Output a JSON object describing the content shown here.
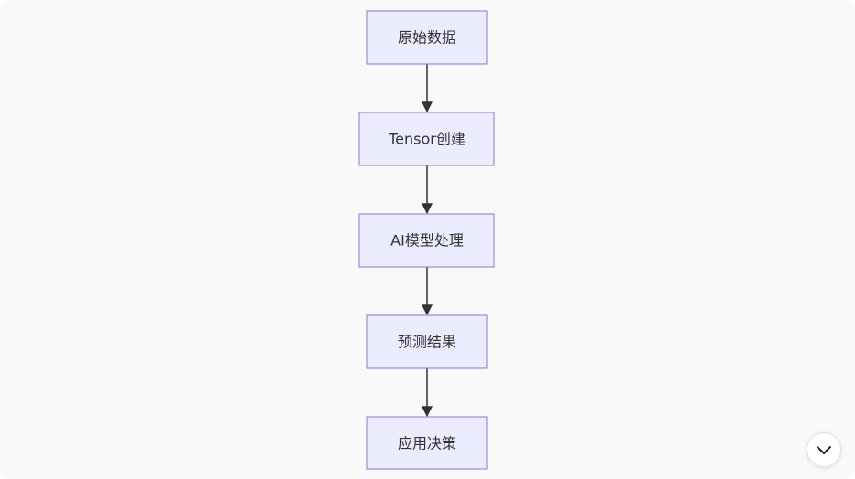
{
  "diagram": {
    "type": "flowchart",
    "direction": "top-down",
    "nodes": [
      {
        "id": "raw_data",
        "label": "原始数据"
      },
      {
        "id": "tensor_create",
        "label": "Tensor创建"
      },
      {
        "id": "ai_model",
        "label": "AI模型处理"
      },
      {
        "id": "prediction",
        "label": "预测结果"
      },
      {
        "id": "apply",
        "label": "应用决策"
      }
    ],
    "edges": [
      {
        "from": "raw_data",
        "to": "tensor_create"
      },
      {
        "from": "tensor_create",
        "to": "ai_model"
      },
      {
        "from": "ai_model",
        "to": "prediction"
      },
      {
        "from": "prediction",
        "to": "apply"
      }
    ]
  },
  "colors": {
    "node_fill": "#ECECFF",
    "node_stroke": "#9370DB",
    "edge": "#333333",
    "background": "#F9F9F9"
  },
  "controls": {
    "scroll_icon": "chevron-down-icon"
  }
}
